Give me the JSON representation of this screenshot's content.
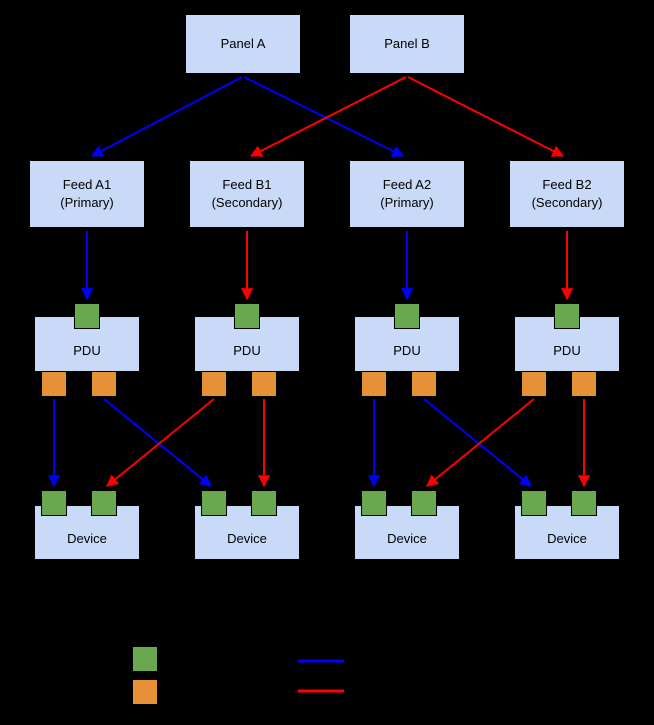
{
  "colors": {
    "background": "#000000",
    "box_fill": "#c9daf8",
    "box_border": "#000000",
    "box_text": "#000000",
    "port_green": "#6aa84f",
    "port_orange": "#e69138",
    "port_border": "#000000",
    "arrow_blue": "#0000ff",
    "arrow_red": "#ff0000"
  },
  "panels": [
    {
      "label": "Panel A"
    },
    {
      "label": "Panel B"
    }
  ],
  "feeds": [
    {
      "line1": "Feed A1",
      "line2": "(Primary)"
    },
    {
      "line1": "Feed B1",
      "line2": "(Secondary)"
    },
    {
      "line1": "Feed A2",
      "line2": "(Primary)"
    },
    {
      "line1": "Feed B2",
      "line2": "(Secondary)"
    }
  ],
  "pdus": [
    {
      "label": "PDU"
    },
    {
      "label": "PDU"
    },
    {
      "label": "PDU"
    },
    {
      "label": "PDU"
    }
  ],
  "devices": [
    {
      "label": "Device"
    },
    {
      "label": "Device"
    },
    {
      "label": "Device"
    },
    {
      "label": "Device"
    }
  ],
  "legend": {
    "items": [
      {
        "icon": "green-square-swatch"
      },
      {
        "icon": "orange-square-swatch"
      },
      {
        "icon": "blue-line-swatch"
      },
      {
        "icon": "red-line-swatch"
      }
    ]
  }
}
